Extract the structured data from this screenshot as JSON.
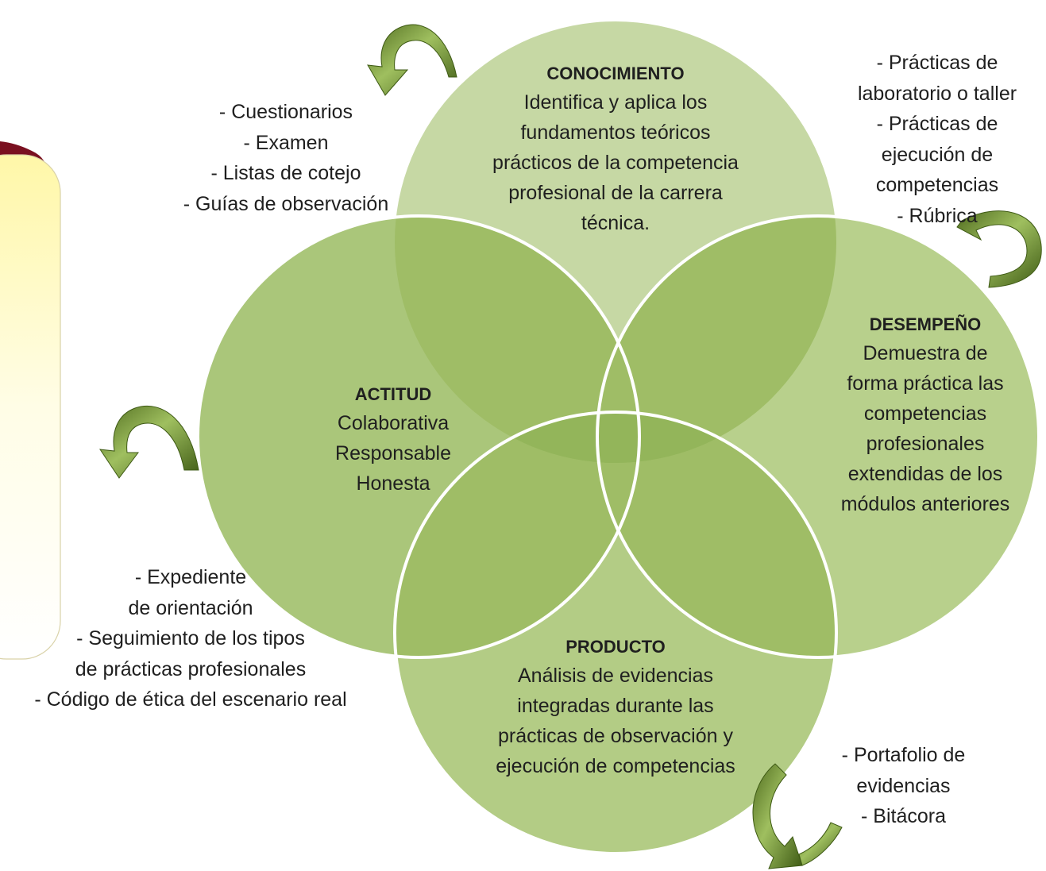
{
  "palette": {
    "circle_conocimiento": "#c6d8a4",
    "circle_desempeno": "#b8d08c",
    "circle_actitud": "#aac67a",
    "circle_producto": "#b3cc85",
    "overlap": "#9fbd66",
    "center": "#93b55a",
    "stroke": "#ffffff",
    "arrow": "#7f9f3e",
    "side_panel": "#fffbd0",
    "side_panel_accent": "#7a1020"
  },
  "circles": {
    "conocimiento": {
      "title": "CONOCIMIENTO",
      "lines": [
        "Identifica y aplica los",
        "fundamentos teóricos",
        "prácticos de la competencia",
        "profesional de la carrera",
        "técnica."
      ]
    },
    "desempeno": {
      "title": "DESEMPEÑO",
      "lines": [
        "Demuestra  de",
        "forma práctica las",
        "competencias",
        "profesionales",
        "extendidas de los",
        "módulos anteriores"
      ]
    },
    "actitud": {
      "title": "ACTITUD",
      "lines": [
        "Colaborativa",
        "Responsable",
        "Honesta"
      ]
    },
    "producto": {
      "title": "PRODUCTO",
      "lines": [
        "Análisis de evidencias",
        "integradas durante las",
        "prácticas de observación y",
        "ejecución de competencias"
      ]
    }
  },
  "instruments": {
    "conocimiento": [
      "- Cuestionarios",
      "- Examen",
      "- Listas de cotejo",
      "- Guías de observación"
    ],
    "desempeno": [
      "- Prácticas de",
      "laboratorio o taller",
      "- Prácticas de",
      "ejecución de",
      "competencias",
      "- Rúbrica"
    ],
    "actitud": [
      "- Expediente",
      "de orientación",
      "-  Seguimiento de los tipos",
      "de prácticas profesionales",
      "- Código de ética del escenario real"
    ],
    "producto": [
      "- Portafolio de",
      "evidencias",
      "- Bitácora"
    ]
  },
  "icons": {
    "arrows": "curved-arrow-icon"
  }
}
